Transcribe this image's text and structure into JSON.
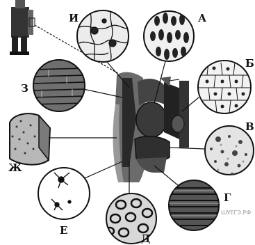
{
  "labels": {
    "I": "И",
    "A": "А",
    "B": "Б",
    "V": "В",
    "G": "Г",
    "D": "Д",
    "E": "Е",
    "Zh": "Ж",
    "Z": "З"
  },
  "watermark": "ШУЕГЭ.РФ",
  "colors": {
    "ink": "#111111",
    "paper": "#ffffff",
    "shade": "#555555"
  }
}
